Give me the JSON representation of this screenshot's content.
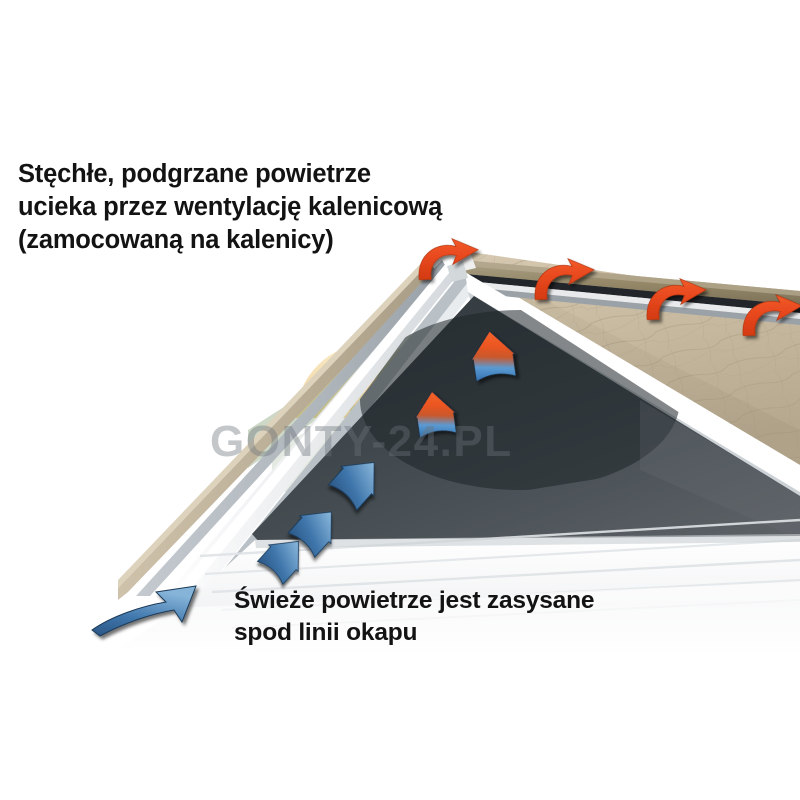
{
  "figure": {
    "kind": "roof-ventilation-diagram",
    "background_color": "#ffffff",
    "caption_top": "Stęchłe, podgrzane powietrze\nucieka przez wentylację kalenicową\n(zamocowaną na kalenicy)",
    "caption_bottom": "Świeże powietrze jest zasysane\nspod linii okapu",
    "caption_color": "#131313"
  },
  "watermark": {
    "text": "GONTY-24.PL",
    "text_color": "#6c747a",
    "logo_name": "house-logo",
    "logo_color": "#7d9a6e",
    "sun_color": "#f3d79a"
  },
  "palette": {
    "shingle_light": "#cdbfa6",
    "shingle_dark": "#8d8068",
    "ridge_cap": "#9e9277",
    "fascia_white": "#ffffff",
    "fascia_shadow": "#cfd4d8",
    "soffit_white": "#f4f5f6",
    "attic_dark": "#3a4247",
    "attic_darker": "#2a3034",
    "arrow_warm": "#e8481e",
    "arrow_cool": "#4a7fb5",
    "arrow_cool_dark": "#2d5782",
    "trim_gray": "#b9c0c6"
  },
  "arrows": {
    "exhaust_label": "warm-stale-air-exhaust",
    "exhaust_color": "#e8481e",
    "exhaust_count": 4,
    "intake_label": "fresh-air-intake",
    "intake_color": "#4a7fb5",
    "intake_count": 3,
    "attic_label": "attic-rising-air",
    "attic_count": 2,
    "eave_label": "eave-intake-arrow",
    "eave_count": 1
  }
}
